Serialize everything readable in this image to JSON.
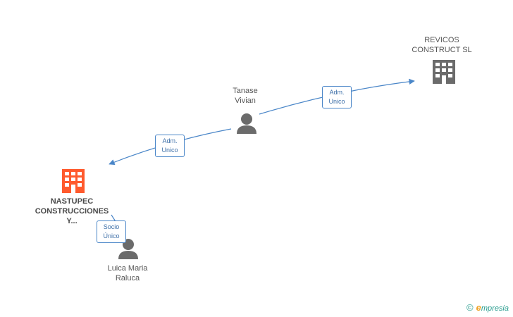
{
  "nodes": {
    "revicos": {
      "lines": [
        "REVICOS",
        "CONSTRUCT  SL"
      ],
      "color": "#6b6b6b"
    },
    "tanase": {
      "lines": [
        "Tanase",
        "Vivian"
      ],
      "color": "#6b6b6b"
    },
    "nastupec": {
      "lines": [
        "NASTUPEC",
        "CONSTRUCCIONES",
        "Y..."
      ],
      "color": "#ff5a2d"
    },
    "luica": {
      "lines": [
        "Luica Maria",
        "Raluca"
      ],
      "color": "#6b6b6b"
    }
  },
  "edges": {
    "tanase_revicos": [
      "Adm.",
      "Unico"
    ],
    "tanase_nastupec": [
      "Adm.",
      "Unico"
    ],
    "luica_nastupec": [
      "Socio",
      "Único"
    ]
  },
  "colors": {
    "edge": "#4a86c8"
  },
  "footer": {
    "copyright": "©",
    "brand_initial": "e",
    "brand_rest": "mpresia"
  }
}
